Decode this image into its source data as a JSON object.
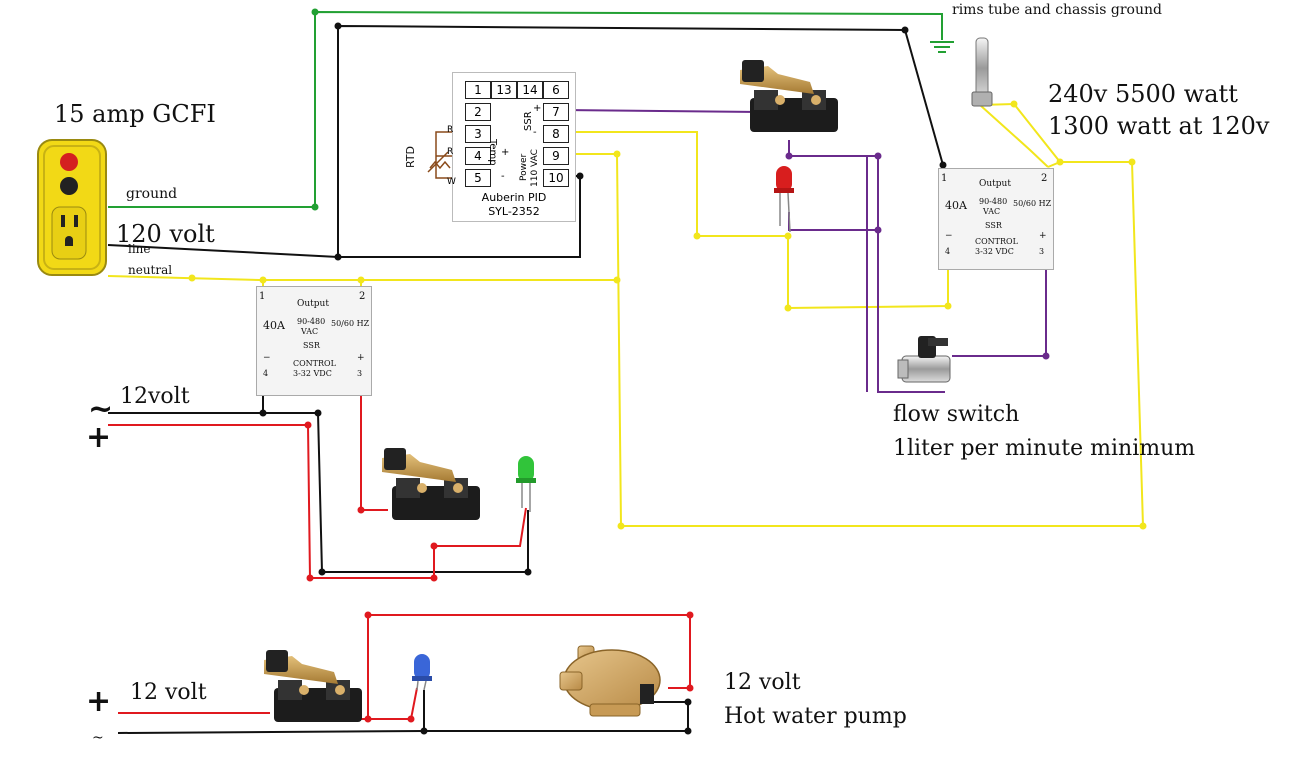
{
  "labels": {
    "gfci": "15 amp GCFI",
    "ground": "ground",
    "volt120": "120 volt",
    "line": "line",
    "neutral": "neutral",
    "rims": "rims tube and chassis ground",
    "element1": "240v 5500 watt",
    "element2": "1300 watt at 120v",
    "flow1": "flow switch",
    "flow2": "1liter per minute minimum",
    "v12a": "12volt",
    "v12b": "12 volt",
    "pump1": "12 volt",
    "pump2": "Hot water pump",
    "minus": "~",
    "plus": "+"
  },
  "pid": {
    "name": "Auberin PID",
    "model": "SYL-2352",
    "rtd": "RTD",
    "temp": "Temp",
    "ssr": "SSR",
    "power": "Power",
    "vac": "110 VAC",
    "t_r1": "R",
    "t_r2": "R",
    "t_w": "W",
    "t_plus": "+",
    "t_minus": "-",
    "ssr_plus": "+",
    "ssr_minus": "-",
    "terminals": [
      "1",
      "13",
      "14",
      "6",
      "2",
      "7",
      "3",
      "8",
      "4",
      "9",
      "5",
      "10"
    ]
  },
  "ssr_left": {
    "t1": "1",
    "t2": "2",
    "output": "Output",
    "amps": "40A",
    "vac_range": "90-480",
    "vac": "VAC",
    "hz": "50/60 HZ",
    "ssr": "SSR",
    "control": "CONTROL",
    "vdc": "3-32 VDC",
    "t4": "4",
    "t3": "3",
    "minus": "−",
    "plus": "+"
  },
  "ssr_right": {
    "t1": "1",
    "t2": "2",
    "output": "Output",
    "amps": "40A",
    "vac_range": "90-480",
    "vac": "VAC",
    "hz": "50/60 HZ",
    "ssr": "SSR",
    "control": "CONTROL",
    "vdc": "3-32 VDC",
    "t4": "4",
    "t3": "3",
    "minus": "−",
    "plus": "+"
  },
  "colors": {
    "ground": "#22a033",
    "hot": "#111111",
    "neutral": "#f2e61c",
    "signal": "#6a2b8c",
    "dc_pos": "#e0191f",
    "dc_neg": "#111111",
    "led_red": "#d81e1e",
    "led_green": "#31c43a",
    "led_blue": "#3a66d8",
    "gfci_body": "#f2d916",
    "switch_brass": "#c49a4e"
  }
}
